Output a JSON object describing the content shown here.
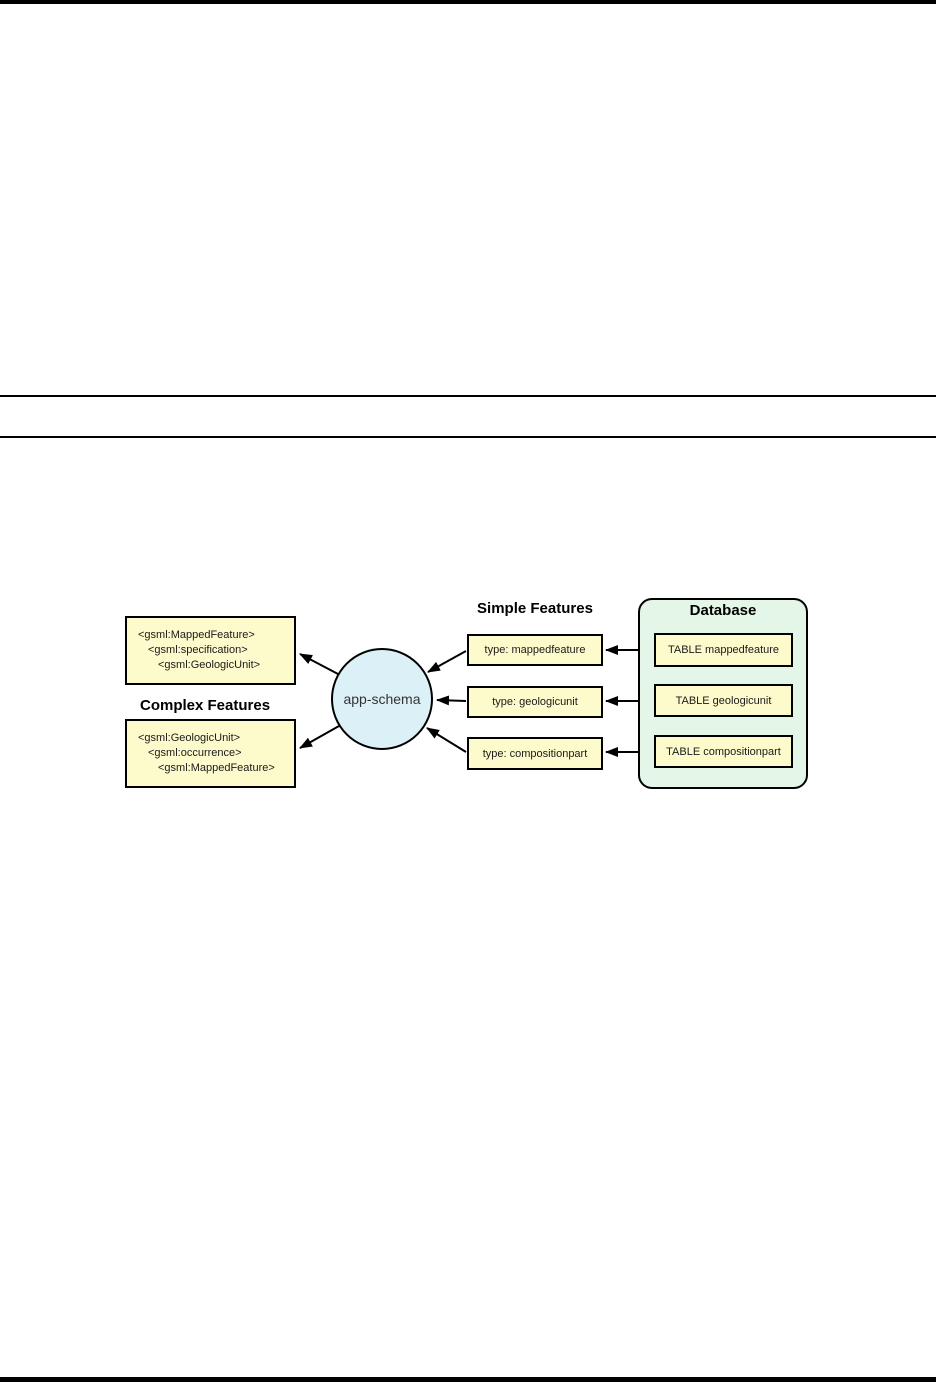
{
  "colors": {
    "box_fill": "#FDFBCC",
    "database_fill": "#E4F6E8",
    "circle_fill": "#DCF0F7",
    "border": "#000000"
  },
  "diagram": {
    "complex_features": {
      "label": "Complex Features",
      "boxes": [
        {
          "lines": [
            "<gsml:MappedFeature>",
            "<gsml:specification>",
            "<gsml:GeologicUnit>"
          ]
        },
        {
          "lines": [
            "<gsml:GeologicUnit>",
            "<gsml:occurrence>",
            "<gsml:MappedFeature>"
          ]
        }
      ]
    },
    "app_schema": {
      "label": "app-schema"
    },
    "simple_features": {
      "label": "Simple Features",
      "types": [
        "type: mappedfeature",
        "type: geologicunit",
        "type: compositionpart"
      ]
    },
    "database": {
      "label": "Database",
      "tables": [
        "TABLE mappedfeature",
        "TABLE geologicunit",
        "TABLE compositionpart"
      ]
    }
  }
}
